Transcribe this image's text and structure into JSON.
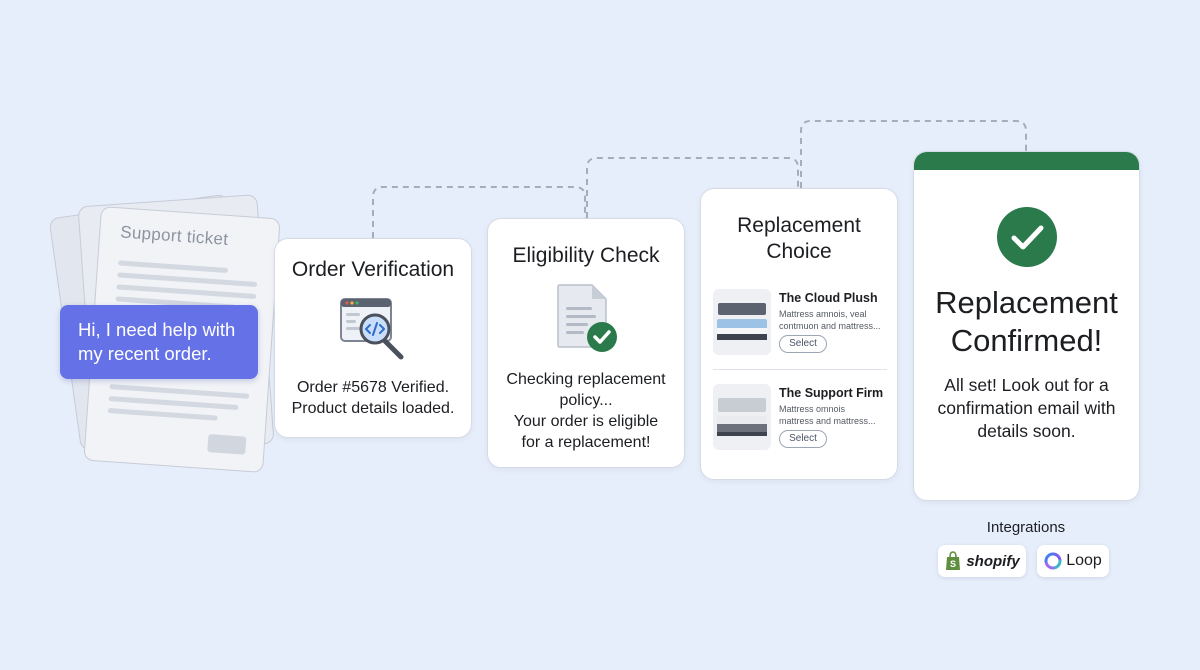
{
  "ticket": {
    "title": "Support ticket"
  },
  "chat": {
    "message": "Hi, I need help with my recent order."
  },
  "steps": {
    "order": {
      "title": "Order Verification",
      "text_line1": "Order #5678 Verified.",
      "text_line2": "Product details loaded."
    },
    "eligibility": {
      "title": "Eligibility Check",
      "text_line1": "Checking replacement",
      "text_line2": "policy...",
      "text_line3": "Your order is eligible",
      "text_line4": "for a replacement!"
    },
    "replacement": {
      "title_line1": "Replacement",
      "title_line2": "Choice",
      "products": [
        {
          "name": "The Cloud Plush",
          "desc_line1": "Mattress amnois, veal",
          "desc_line2": "contmuon and mattress...",
          "button": "Select"
        },
        {
          "name": "The Support Firm",
          "desc_line1": "Mattress omnois",
          "desc_line2": "mattress and mattress...",
          "button": "Select"
        }
      ]
    },
    "confirmed": {
      "title_line1": "Replacement",
      "title_line2": "Confirmed!",
      "text_line1": "All set! Look out for a",
      "text_line2": "confirmation email with",
      "text_line3": "details soon."
    }
  },
  "integrations": {
    "label": "Integrations",
    "logos": [
      "shopify",
      "Loop"
    ]
  },
  "colors": {
    "accent": "#6571e6",
    "success": "#2b7a4b",
    "background": "#e7eefb"
  }
}
